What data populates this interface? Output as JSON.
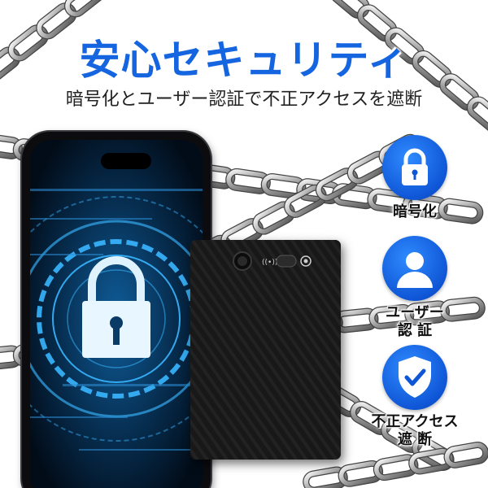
{
  "headline": {
    "title": "安心セキュリティ",
    "subtitle": "暗号化とユーザー認証で不正アクセスを遮断",
    "title_color": "#1565e0"
  },
  "features": [
    {
      "label": "暗号化",
      "icon": "padlock-icon"
    },
    {
      "label_line1": "ユーザー",
      "label_line2": "認 証",
      "icon": "user-icon"
    },
    {
      "label_line1": "不正アクセス",
      "label_line2": "遮 断",
      "icon": "shield-check-icon"
    }
  ],
  "colors": {
    "accent": "#1565e0",
    "badge": "#0f56d6",
    "screen_glow": "#39b6ff"
  }
}
